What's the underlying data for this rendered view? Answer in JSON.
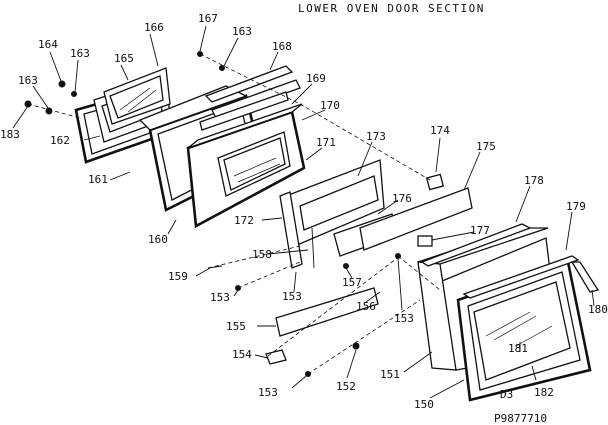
{
  "title": "LOWER OVEN DOOR SECTION",
  "code": "D3",
  "drawing_number": "P9877710",
  "callouts": {
    "p150": "150",
    "p151": "151",
    "p152": "152",
    "p153a": "153",
    "p153b": "153",
    "p153c": "153",
    "p153d": "153",
    "p154": "154",
    "p155": "155",
    "p156": "156",
    "p157": "157",
    "p158": "158",
    "p159": "159",
    "p160": "160",
    "p161": "161",
    "p162": "162",
    "p163a": "163",
    "p163b": "163",
    "p163c": "163",
    "p164": "164",
    "p165": "165",
    "p166": "166",
    "p167": "167",
    "p168": "168",
    "p169": "169",
    "p170": "170",
    "p171": "171",
    "p172": "172",
    "p173": "173",
    "p174": "174",
    "p175": "175",
    "p176": "176",
    "p177": "177",
    "p178": "178",
    "p179": "179",
    "p180": "180",
    "p181": "181",
    "p182": "182",
    "p183": "183"
  }
}
